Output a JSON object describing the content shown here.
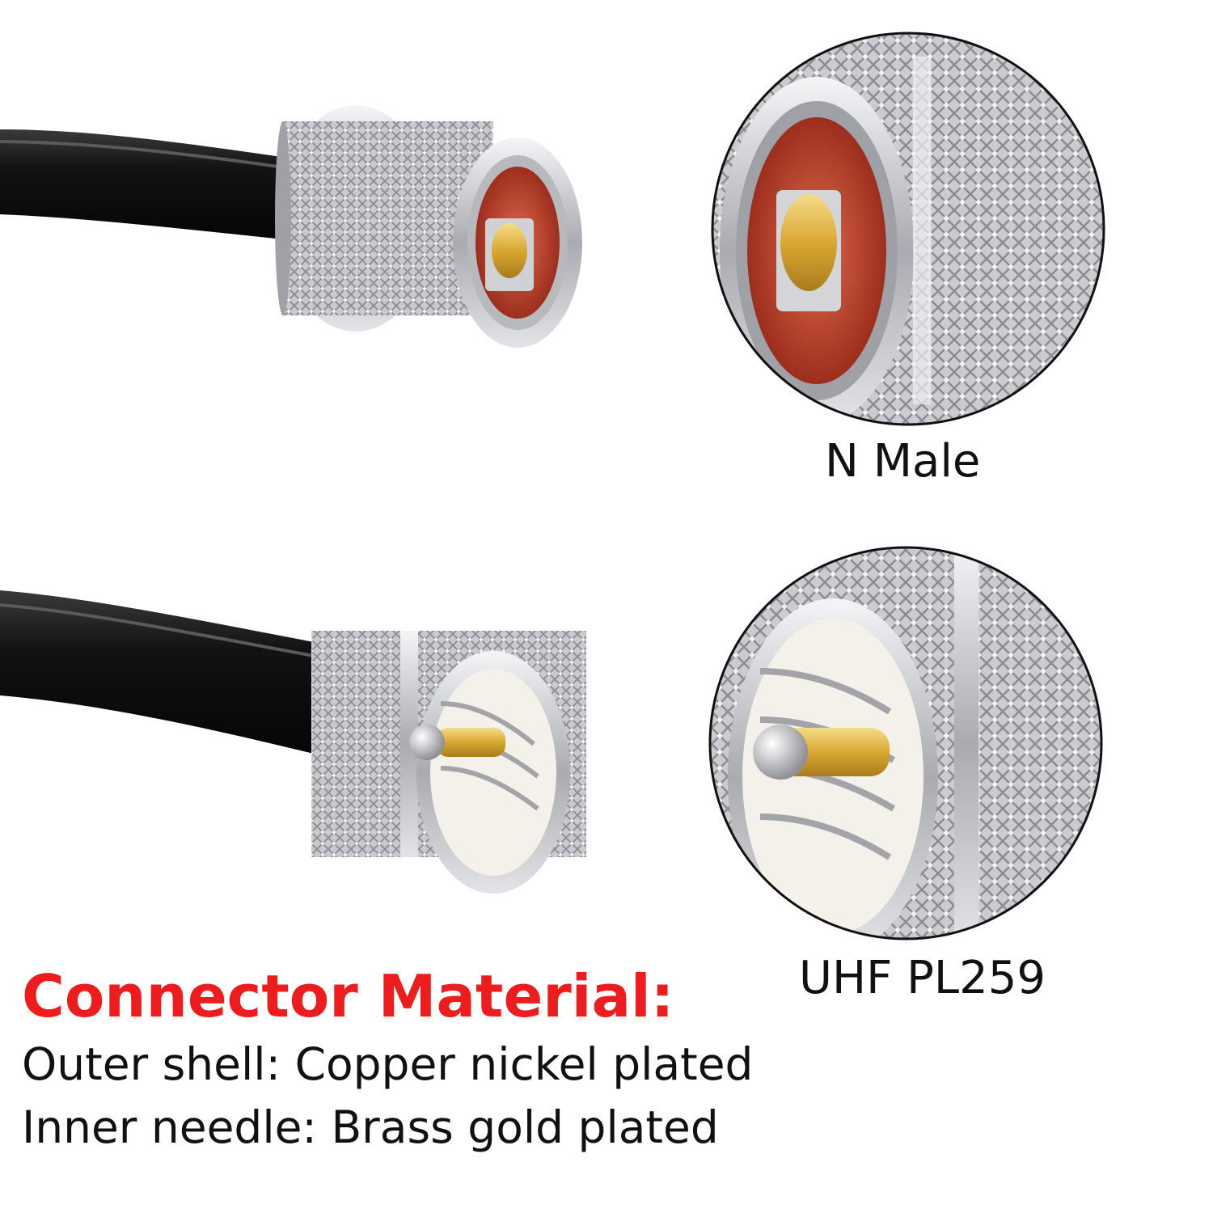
{
  "labels": {
    "n_male": "N Male",
    "uhf": "UHF PL259"
  },
  "material": {
    "heading": "Connector Material:",
    "outer_shell": "Outer shell: Copper nickel plated",
    "inner_needle": "Inner needle: Brass gold plated"
  },
  "colors": {
    "heading": "#ee1c1c",
    "text": "#111111",
    "cable": "#1a1a1a",
    "nickel": "#c8c9cc",
    "gold": "#e4b94a",
    "insulator_red": "#c8442c",
    "insulator_white": "#f4f1ea"
  }
}
